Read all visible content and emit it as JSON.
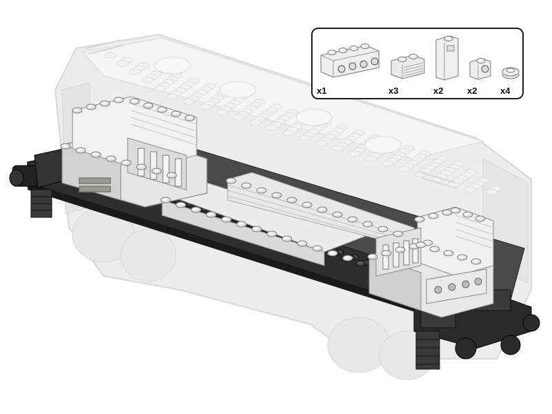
{
  "parts_list": {
    "items": [
      {
        "icon": "brick-1x4-side-holes-icon",
        "qty": "x1"
      },
      {
        "icon": "brick-1x2-grille-icon",
        "qty": "x3"
      },
      {
        "icon": "panel-1x1x2-icon",
        "qty": "x2"
      },
      {
        "icon": "brick-1x1-side-stud-icon",
        "qty": "x2"
      },
      {
        "icon": "round-plate-1x1-icon",
        "qty": "x4"
      }
    ]
  },
  "colors": {
    "ghost": "#eeeeee",
    "ghost_outline": "#d8d8d8",
    "white_brick": "#f4f4f4",
    "light_gray": "#cfcfcf",
    "dark_gray": "#3b3b3b",
    "black": "#1c1c1c"
  }
}
